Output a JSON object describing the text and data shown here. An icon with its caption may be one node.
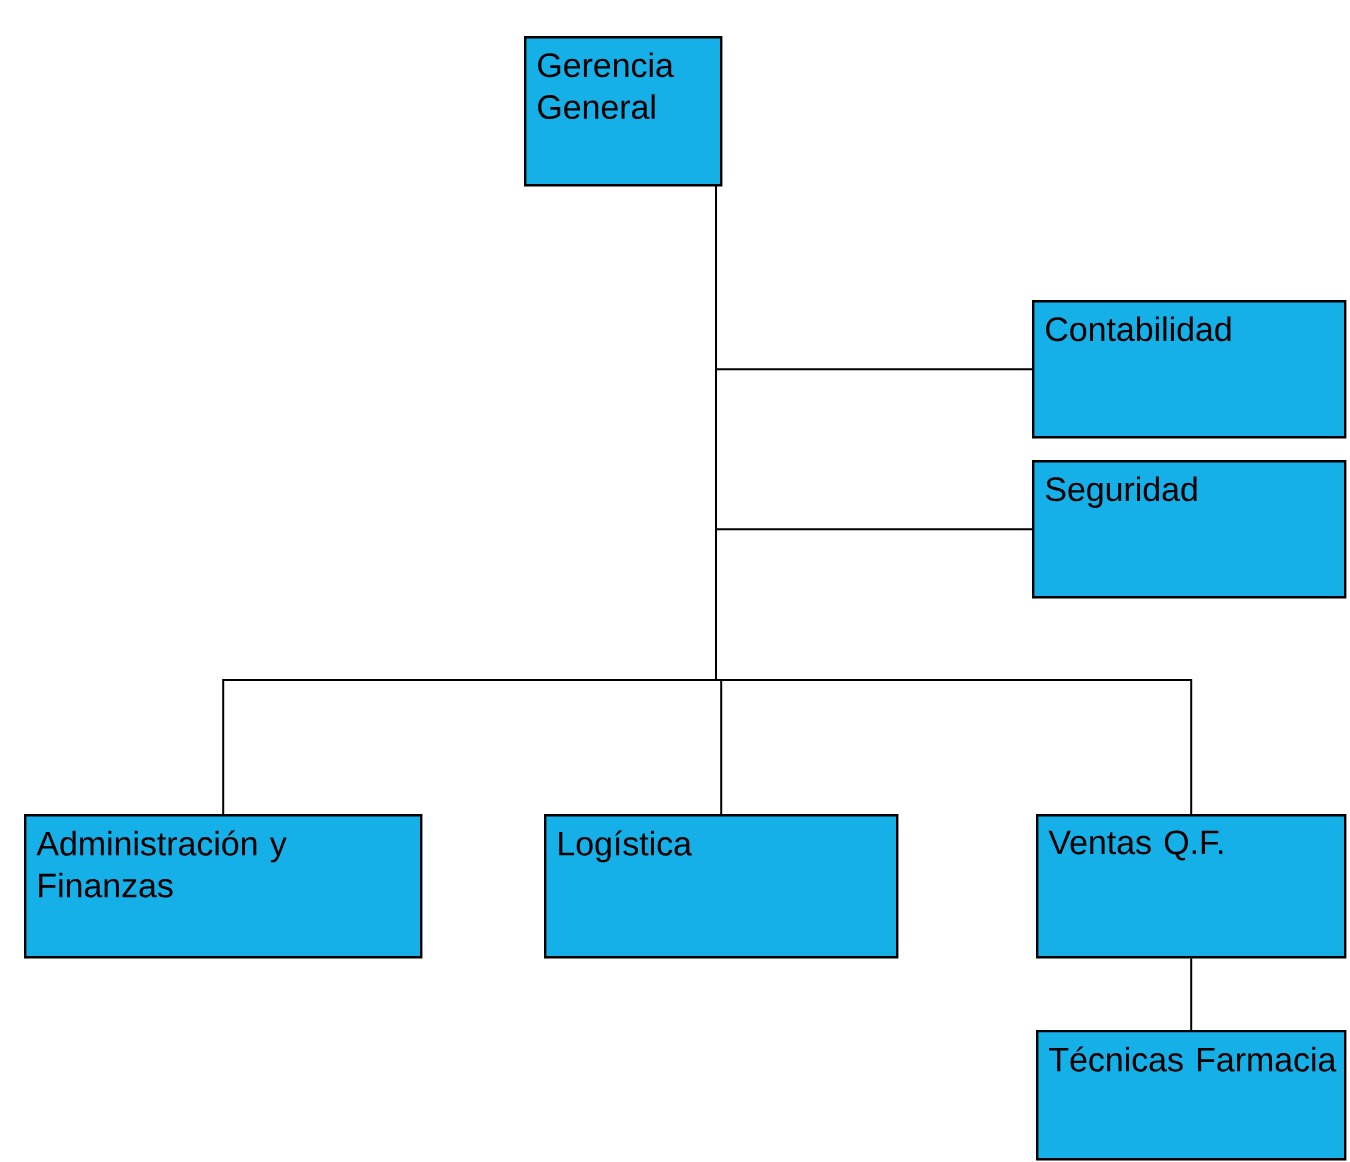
{
  "diagram": {
    "nodes": [
      {
        "text": [
          "Gerencia General"
        ]
      },
      {
        "text": [
          "Contabilidad"
        ]
      },
      {
        "text": [
          "Seguridad"
        ]
      },
      {
        "text": [
          "Administración y Finanzas"
        ]
      },
      {
        "text": [
          "Logística"
        ]
      },
      {
        "text": [
          "Ventas Q.F."
        ]
      },
      {
        "text": [
          "Técnicas Farmacia"
        ]
      }
    ],
    "edges": [
      {
        "from": 0,
        "to": 1,
        "arrow": "none"
      },
      {
        "from": 0,
        "to": 2,
        "arrow": "none"
      },
      {
        "from": 0,
        "to": 3,
        "arrow": "none"
      },
      {
        "from": 0,
        "to": 4,
        "arrow": "none"
      },
      {
        "from": 0,
        "to": 5,
        "arrow": "none"
      },
      {
        "from": 5,
        "to": 6,
        "arrow": "none"
      }
    ]
  }
}
